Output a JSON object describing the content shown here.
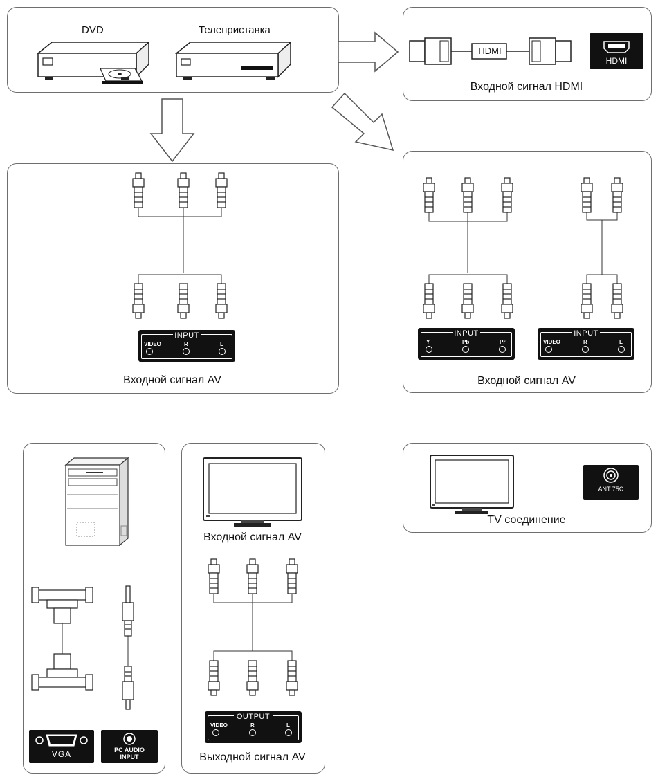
{
  "sources": {
    "dvd_label": "DVD",
    "stb_label": "Телеприставка"
  },
  "hdmi": {
    "cable_label": "HDMI",
    "port_label": "HDMI",
    "caption": "Входной сигнал HDMI"
  },
  "av_left": {
    "panel_title": "INPUT",
    "ports": [
      "VIDEO",
      "R",
      "L"
    ],
    "caption": "Входной сигнал AV"
  },
  "av_right": {
    "component_panel_title": "INPUT",
    "component_ports": [
      "Y",
      "Pb",
      "Pr"
    ],
    "av_panel_title": "INPUT",
    "av_ports": [
      "VIDEO",
      "R",
      "L"
    ],
    "caption": "Входной сигнал AV"
  },
  "pc": {
    "vga_label": "VGA",
    "audio_label_line1": "PC AUDIO",
    "audio_label_line2": "INPUT"
  },
  "av_output": {
    "input_caption": "Входной сигнал AV",
    "panel_title": "OUTPUT",
    "ports": [
      "VIDEO",
      "R",
      "L"
    ],
    "caption": "Выходной сигнал AV"
  },
  "tv": {
    "ant_label": "ANT 75Ω",
    "caption": "TV соединение"
  }
}
